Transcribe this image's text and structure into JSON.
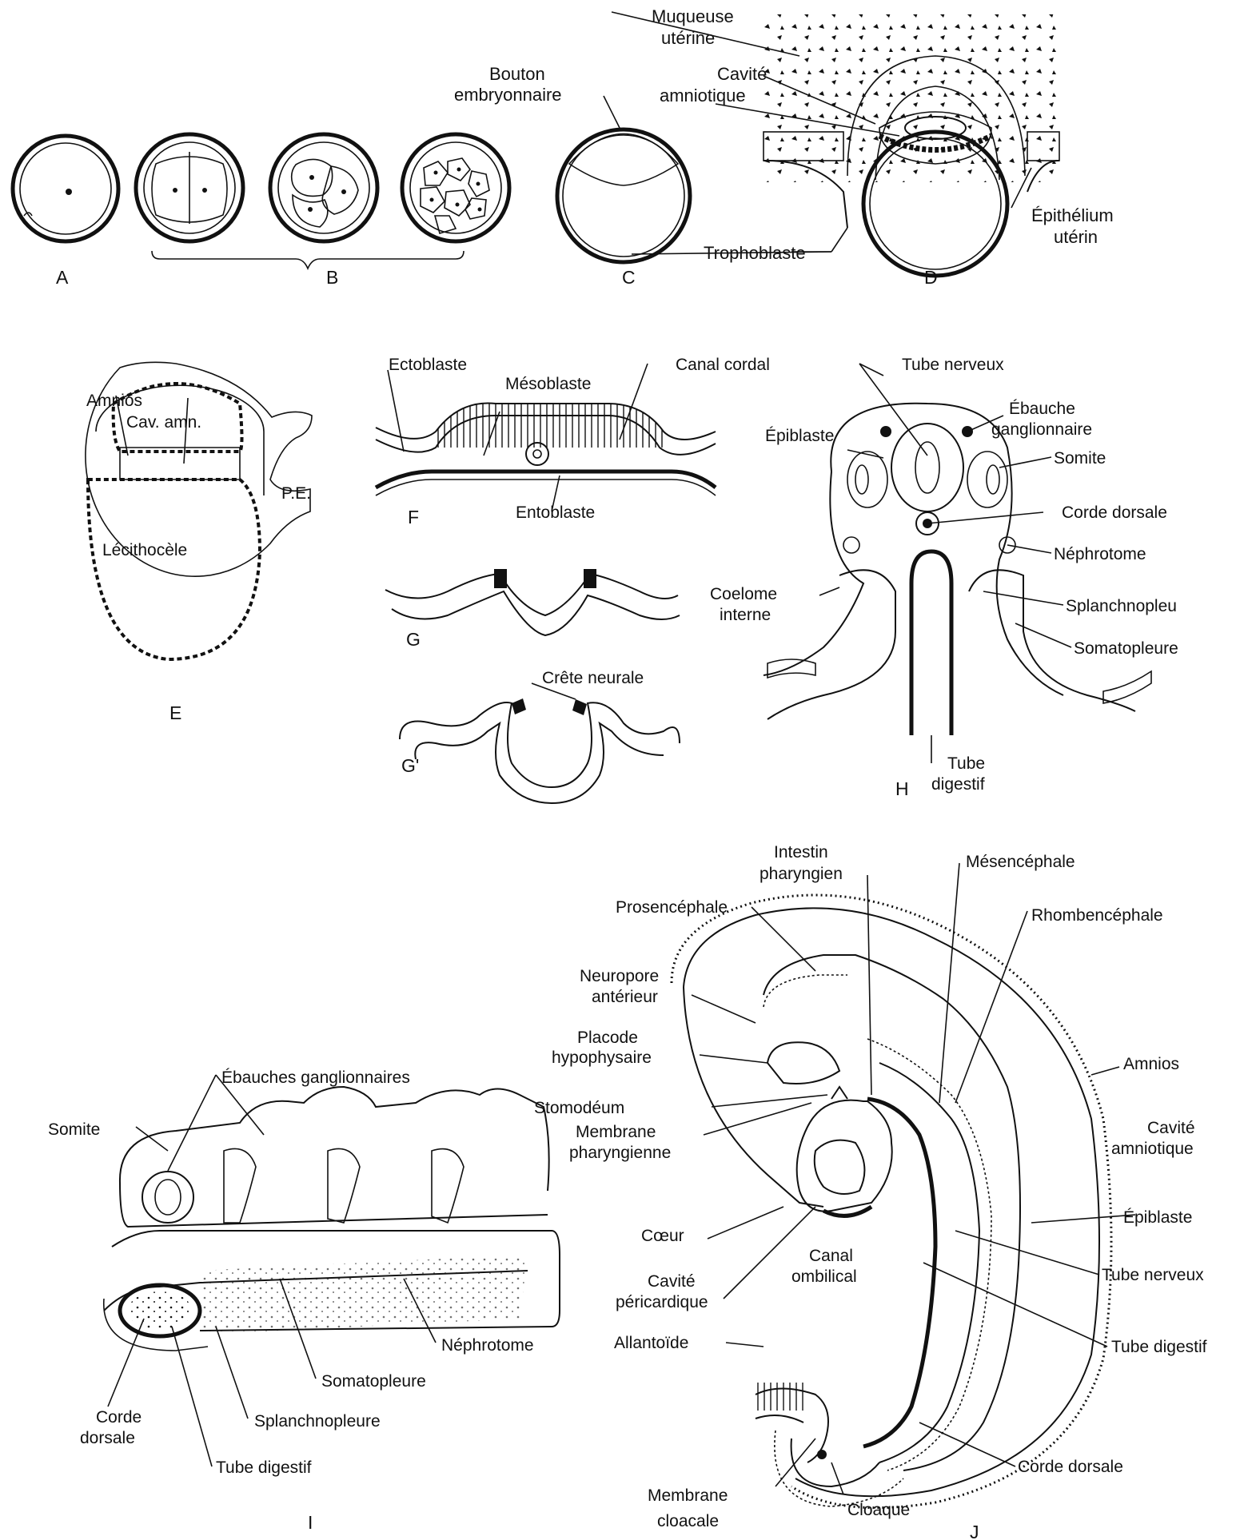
{
  "figure": {
    "panel_letters": [
      "A",
      "B",
      "C",
      "D",
      "E",
      "F",
      "G",
      "G'",
      "H",
      "I",
      "J"
    ],
    "panel_D": {
      "muqueuse_l1": "Muqueuse",
      "muqueuse_l2": "utérine",
      "cavite_l1": "Cavité",
      "cavite_l2": "amniotique",
      "epithelium_l1": "Épithélium",
      "epithelium_l2": "utérin"
    },
    "panel_C": {
      "bouton_l1": "Bouton",
      "bouton_l2": "embryonnaire",
      "trophoblaste": "Trophoblaste"
    },
    "panel_E": {
      "amnios": "Amnios",
      "cav_amn": "Cav. amn.",
      "lecithocele": "Lécithocèle",
      "pe": "P.E."
    },
    "panel_F": {
      "ectoblaste": "Ectoblaste",
      "mesoblaste": "Mésoblaste",
      "canal_cordal": "Canal cordal",
      "entoblaste": "Entoblaste"
    },
    "panel_G2": {
      "crete_neurale": "Crête neurale"
    },
    "panel_H": {
      "tube_nerveux": "Tube nerveux",
      "ebauche_l1": "Ébauche",
      "ebauche_l2": "ganglionnaire",
      "epiblaste": "Épiblaste",
      "somite": "Somite",
      "corde_dorsale": "Corde dorsale",
      "nephrotome": "Néphrotome",
      "coelome_l1": "Coelome",
      "coelome_l2": "interne",
      "splanchnopleure": "Splanchnopleu",
      "somatopleure": "Somatopleure",
      "tube_dig_l1": "Tube",
      "tube_dig_l2": "digestif"
    },
    "panel_I": {
      "ebauches": "Ébauches ganglionnaires",
      "somite": "Somite",
      "nephrotome": "Néphrotome",
      "somatopleure": "Somatopleure",
      "splanchnopleure": "Splanchnopleure",
      "corde_l1": "Corde",
      "corde_l2": "dorsale",
      "tube_digestif": "Tube digestif"
    },
    "panel_J": {
      "intestin_l1": "Intestin",
      "intestin_l2": "pharyngien",
      "mesencephale": "Mésencéphale",
      "prosencephale": "Prosencéphale",
      "rhombencephale": "Rhombencéphale",
      "neuropore_l1": "Neuropore",
      "neuropore_l2": "antérieur",
      "placode_l1": "Placode",
      "placode_l2": "hypophysaire",
      "amnios": "Amnios",
      "stomodeum": "Stomodéum",
      "membrane_ph_l1": "Membrane",
      "membrane_ph_l2": "pharyngienne",
      "cavite_l1": "Cavité",
      "cavite_l2": "amniotique",
      "epiblaste": "Épiblaste",
      "coeur": "Cœur",
      "canal_l1": "Canal",
      "canal_l2": "ombilical",
      "cav_peri_l1": "Cavité",
      "cav_peri_l2": "péricardique",
      "tube_nerveux": "Tube nerveux",
      "allantoide": "Allantoïde",
      "tube_digestif": "Tube digestif",
      "corde_dorsale": "Corde dorsale",
      "membrane_cl_l1": "Membrane",
      "membrane_cl_l2": "cloacale",
      "cloaque": "Cloaque"
    }
  }
}
